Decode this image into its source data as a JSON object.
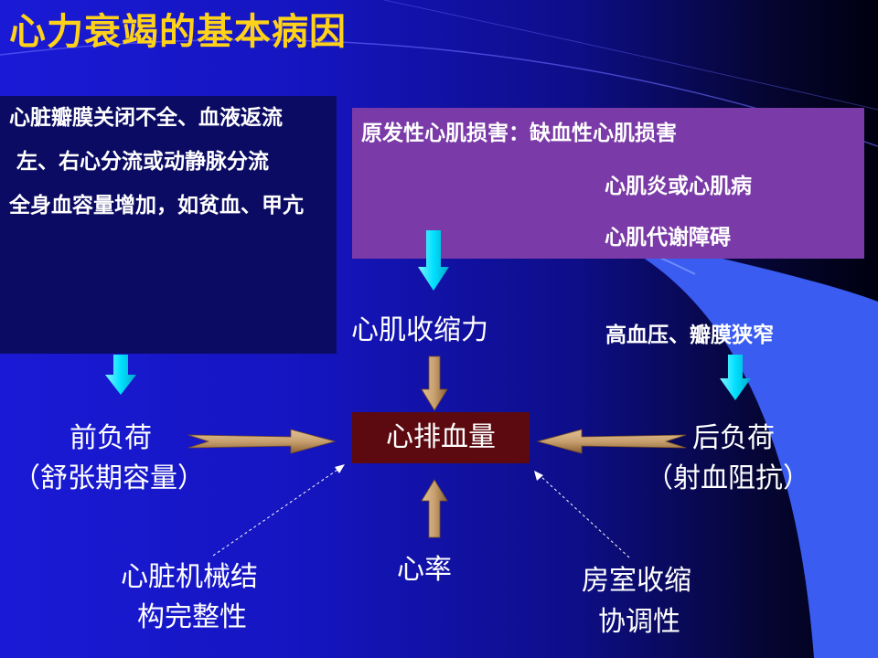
{
  "title": "心力衰竭的基本病因",
  "left_box": {
    "items": [
      "心脏瓣膜关闭不全、血液返流",
      " 左、右心分流或动静脉分流",
      "全身血容量增加，如贫血、甲亢"
    ]
  },
  "top_box": {
    "line1": "原发性心肌损害：缺血性心肌损害",
    "line2": "心肌炎或心肌病",
    "line3": "心肌代谢障碍"
  },
  "nodes": {
    "contractility": "心肌收缩力",
    "afterload_cause": "高血压、瓣膜狭窄",
    "cardiac_output": "心排血量",
    "preload": "前负荷",
    "preload_note": "（舒张期容量）",
    "afterload": "后负荷",
    "afterload_note": "（射血阻抗）",
    "heart_rate": "心率",
    "structure_l1": "心脏机械结",
    "structure_l2": "构完整性",
    "coordination_l1": "房室收缩",
    "coordination_l2": "协调性"
  },
  "colors": {
    "title": "#ffd21a",
    "left_box": "#0b0b63",
    "top_box": "#7a3aa7",
    "center_box": "#5c0a10",
    "arrow_cyan": "#00e5ff",
    "arrow_tan": "#c8a070"
  }
}
